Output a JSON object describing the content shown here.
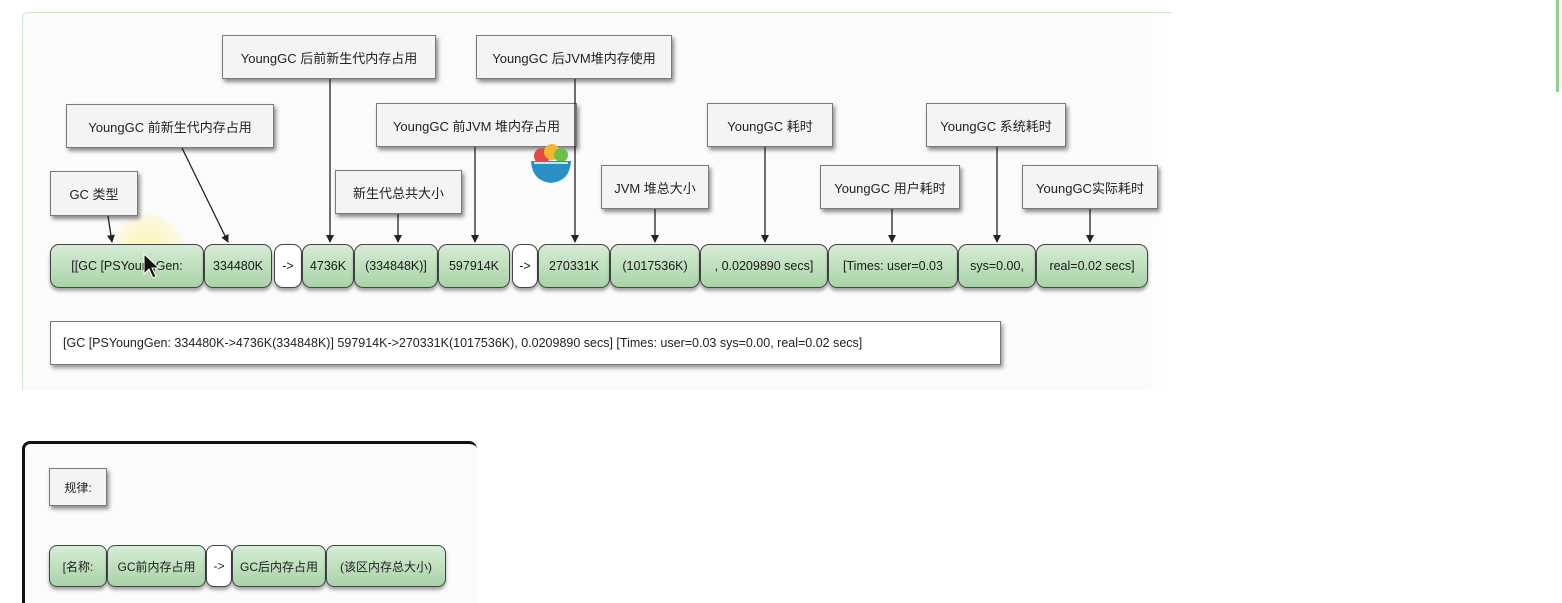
{
  "labels": {
    "gc_type": "GC 类型",
    "young_before_used": "YoungGC 前新生代内存占用",
    "young_after_used": "YoungGC 后前新生代内存占用",
    "young_total": "新生代总共大小",
    "heap_before_used": "YoungGC 前JVM 堆内存占用",
    "heap_after_used": "YoungGC 后JVM堆内存使用",
    "heap_total": "JVM 堆总大小",
    "gc_time": "YoungGC 耗时",
    "user_time": "YoungGC 用户耗时",
    "sys_time": "YoungGC 系统耗时",
    "real_time": "YoungGC实际耗时"
  },
  "segments": [
    "[[GC [PSYoungGen:",
    "334480K",
    "->",
    "4736K",
    "(334848K)]",
    "597914K",
    "->",
    "270331K",
    "(1017536K)",
    ", 0.0209890 secs]",
    "[Times: user=0.03",
    "sys=0.00,",
    "real=0.02 secs]"
  ],
  "log_line": "[GC [PSYoungGen: 334480K->4736K(334848K)] 597914K->270331K(1017536K), 0.0209890 secs] [Times: user=0.03 sys=0.00, real=0.02 secs]",
  "rule": {
    "title": "规律:",
    "segments": [
      "[名称:",
      "GC前内存占用",
      "->",
      "GC后内存占用",
      "(该区内存总大小)"
    ]
  }
}
